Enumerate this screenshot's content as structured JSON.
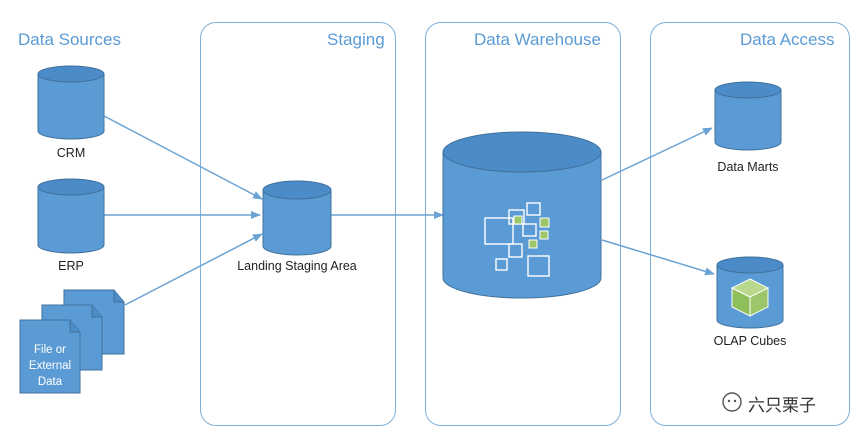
{
  "sections": {
    "data_sources": "Data Sources",
    "staging": "Staging",
    "data_warehouse": "Data Warehouse",
    "data_access": "Data Access"
  },
  "nodes": {
    "crm": "CRM",
    "erp": "ERP",
    "file_line1": "File or",
    "file_line2": "External",
    "file_line3": "Data",
    "landing_staging": "Landing Staging Area",
    "data_marts": "Data Marts",
    "olap_cubes": "OLAP Cubes"
  },
  "watermark": {
    "text": "六只栗子",
    "icon": "wechat-icon"
  },
  "colors": {
    "cylinder_fill": "#5b9bd5",
    "cylinder_top": "#4a8bc8",
    "stroke": "#41719c",
    "arrow": "#6aa3d4",
    "panel_border": "#7fb0d8",
    "title": "#5b9bd5",
    "accent_green": "#9dc66b"
  }
}
